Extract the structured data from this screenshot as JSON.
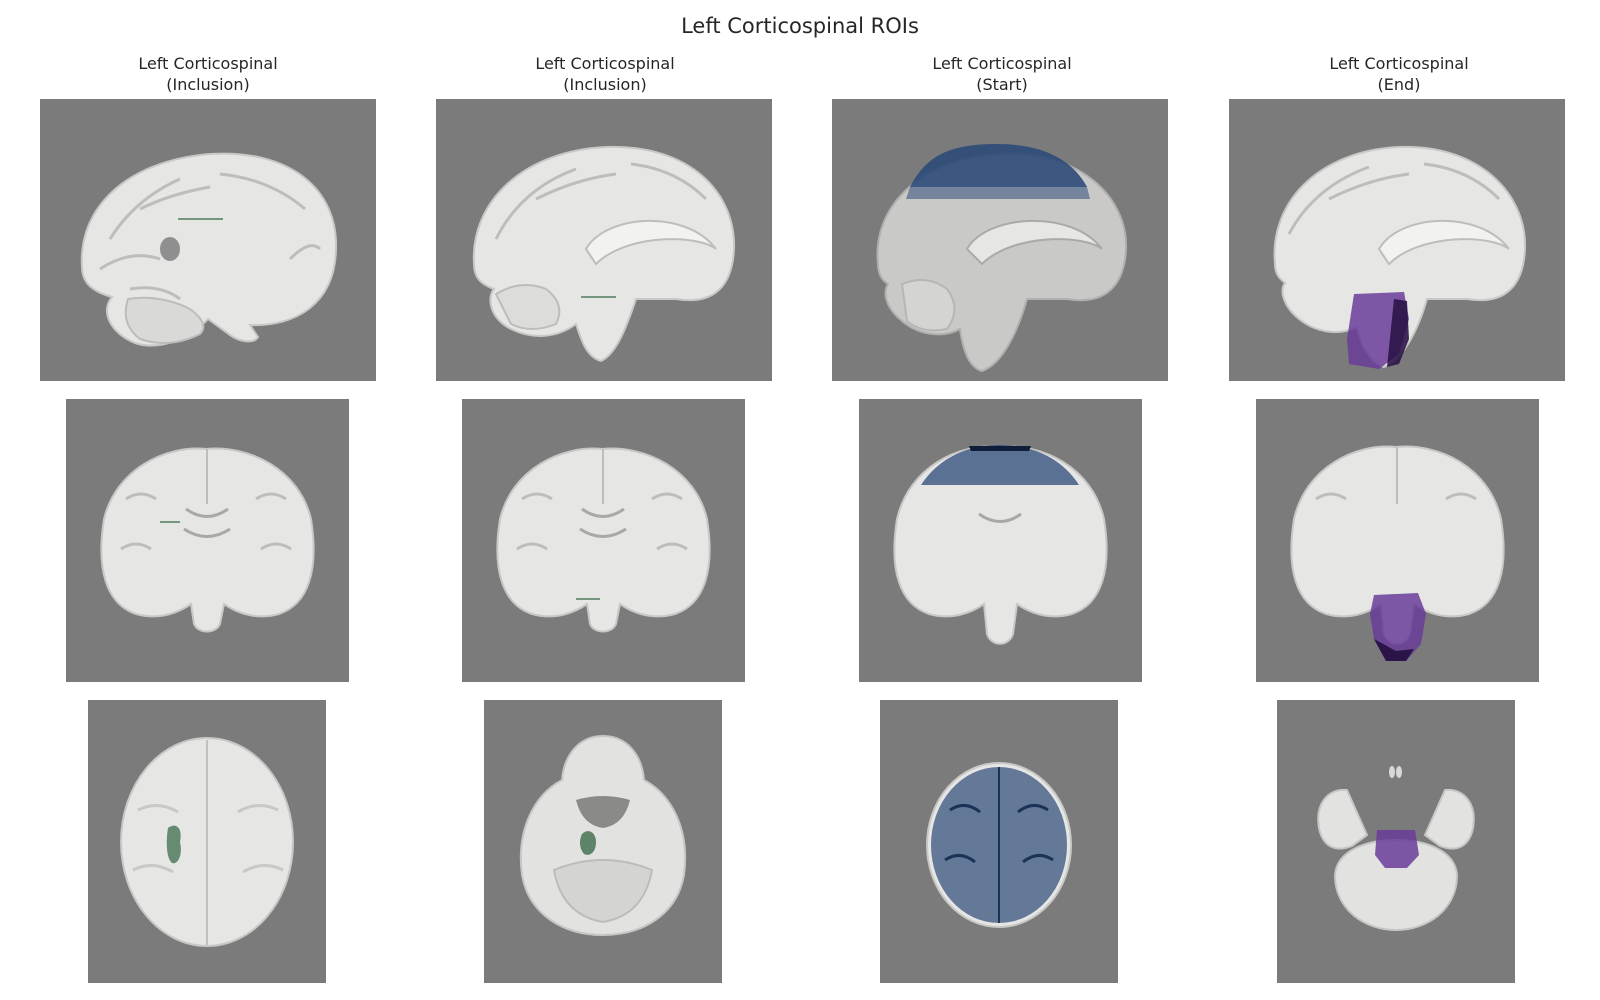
{
  "figure": {
    "title": "Left Corticospinal ROIs",
    "columns": [
      {
        "line1": "Left Corticospinal",
        "line2": "(Inclusion)",
        "roi_color": "#4f7a5c"
      },
      {
        "line1": "Left Corticospinal",
        "line2": "(Inclusion)",
        "roi_color": "#4f7a5c"
      },
      {
        "line1": "Left Corticospinal",
        "line2": "(Start)",
        "roi_color": "#2c4a78"
      },
      {
        "line1": "Left Corticospinal",
        "line2": "(End)",
        "roi_color": "#6a3d9a"
      }
    ],
    "rows": [
      "sagittal",
      "coronal",
      "axial"
    ],
    "background_color": "#7b7b7b",
    "brain_color": "#e8e8e6"
  }
}
